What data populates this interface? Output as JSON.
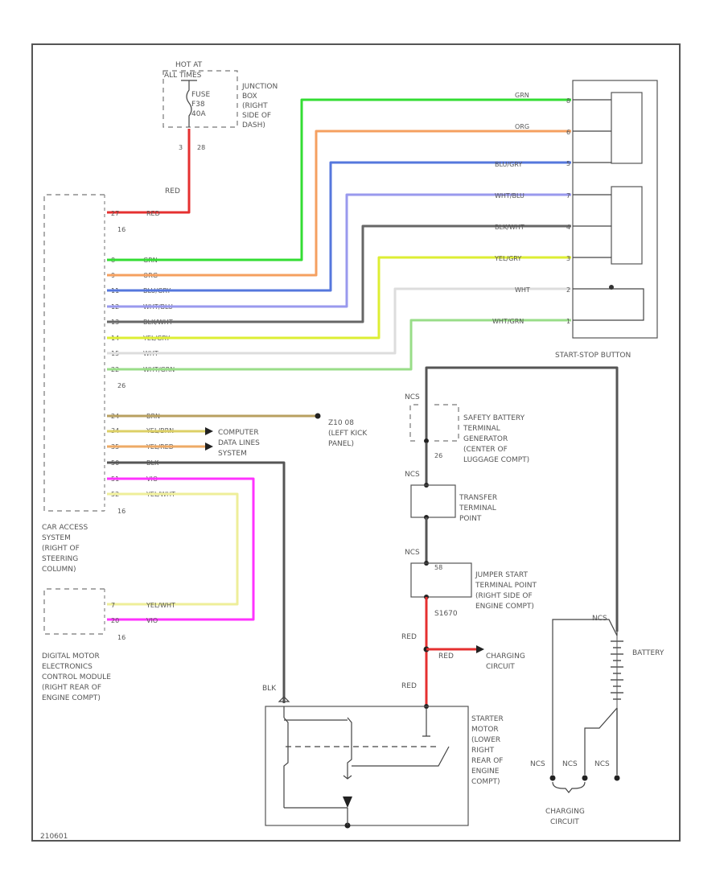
{
  "fuse_block": {
    "hot_at": "HOT AT",
    "all_times": "ALL TIMES",
    "fuse_lines": [
      "FUSE",
      "F38",
      "40A"
    ],
    "junction_lines": [
      "JUNCTION",
      "BOX",
      "(RIGHT",
      "SIDE OF",
      "DASH)"
    ],
    "pin_a": "3",
    "pin_b": "28"
  },
  "wire_red_label": "RED",
  "cas_module": {
    "top_pins": [
      {
        "pin": "27",
        "color": "RED"
      },
      {
        "pin": "16",
        "color": ""
      }
    ],
    "connector_id_1": "16",
    "mid_pins": [
      {
        "pin": "8",
        "color": "GRN"
      },
      {
        "pin": "9",
        "color": "ORG"
      },
      {
        "pin": "11",
        "color": "BLU/GRY"
      },
      {
        "pin": "12",
        "color": "WHT/BLU"
      },
      {
        "pin": "13",
        "color": "BLK/WHT"
      },
      {
        "pin": "14",
        "color": "YEL/GRY"
      },
      {
        "pin": "15",
        "color": "WHT"
      },
      {
        "pin": "22",
        "color": "WHT/GRN"
      }
    ],
    "connector_id_2": "26",
    "lower_pins": [
      {
        "pin": "24",
        "color": "BRN"
      },
      {
        "pin": "34",
        "color": "YEL/BRN"
      },
      {
        "pin": "35",
        "color": "YEL/RED"
      },
      {
        "pin": "50",
        "color": "BLK"
      },
      {
        "pin": "51",
        "color": "VIO"
      },
      {
        "pin": "52",
        "color": "YEL/WHT"
      }
    ],
    "connector_id_3": "16",
    "name_lines": [
      "CAR ACCESS",
      "SYSTEM",
      "(RIGHT OF",
      "STEERING",
      "COLUMN)"
    ]
  },
  "start_stop": {
    "pins": [
      {
        "pin": "8",
        "color": "GRN"
      },
      {
        "pin": "6",
        "color": "ORG"
      },
      {
        "pin": "5",
        "color": "BLU/GRY"
      },
      {
        "pin": "7",
        "color": "WHT/BLU"
      },
      {
        "pin": "4",
        "color": "BLK/WHT"
      },
      {
        "pin": "3",
        "color": "YEL/GRY"
      },
      {
        "pin": "2",
        "color": "WHT"
      },
      {
        "pin": "1",
        "color": "WHT/GRN"
      }
    ],
    "name": "START-STOP BUTTON"
  },
  "ground_ref": {
    "lines": [
      "Z10 08",
      "(LEFT KICK",
      "PANEL)"
    ]
  },
  "computer_data": {
    "lines": [
      "COMPUTER",
      "DATA LINES",
      "SYSTEM"
    ]
  },
  "dme": {
    "pins": [
      {
        "pin": "7",
        "color": "YEL/WHT"
      },
      {
        "pin": "20",
        "color": "VIO"
      }
    ],
    "connector_id": "16",
    "name_lines": [
      "DIGITAL MOTOR",
      "ELECTRONICS",
      "CONTROL MODULE",
      "(RIGHT REAR OF",
      "ENGINE COMPT)"
    ]
  },
  "safety_battery": {
    "ncs": "NCS",
    "pin": "26",
    "lines": [
      "SAFETY BATTERY",
      "TERMINAL",
      "GENERATOR",
      "(CENTER OF",
      "LUGGAGE COMPT)"
    ]
  },
  "transfer": {
    "ncs": "NCS",
    "lines": [
      "TRANSFER",
      "TERMINAL",
      "POINT"
    ]
  },
  "jumper": {
    "ncs": "NCS",
    "pin": "58",
    "lines": [
      "JUMPER START",
      "TERMINAL POINT",
      "(RIGHT SIDE OF",
      "ENGINE COMPT)"
    ]
  },
  "starter_feed": {
    "splice": "S1670",
    "wire1": "RED",
    "wire2": "RED",
    "branch_wire": "RED",
    "charging": [
      "CHARGING",
      "CIRCUIT"
    ]
  },
  "battery": {
    "name": "BATTERY",
    "ncs": "NCS"
  },
  "starter": {
    "blk": "BLK",
    "lines": [
      "STARTER",
      "MOTOR",
      "(LOWER",
      "RIGHT",
      "REAR OF",
      "ENGINE",
      "COMPT)"
    ]
  },
  "charging_bottom": {
    "ncs": [
      "NCS",
      "NCS",
      "NCS"
    ],
    "lines": [
      "CHARGING",
      "CIRCUIT"
    ]
  },
  "footer_id": "210601",
  "colors": {
    "red": "#e53030",
    "grn": "#33dd33",
    "org": "#f5a060",
    "blu": "#5577dd",
    "wht_blu": "#9999ee",
    "blk_wht": "#666666",
    "yel": "#ddee33",
    "wht": "#dddddd",
    "wht_grn": "#99dd88",
    "brn": "#b8a060",
    "vio": "#ff33ff",
    "yel_wht": "#eeee99",
    "blk": "#555555"
  }
}
